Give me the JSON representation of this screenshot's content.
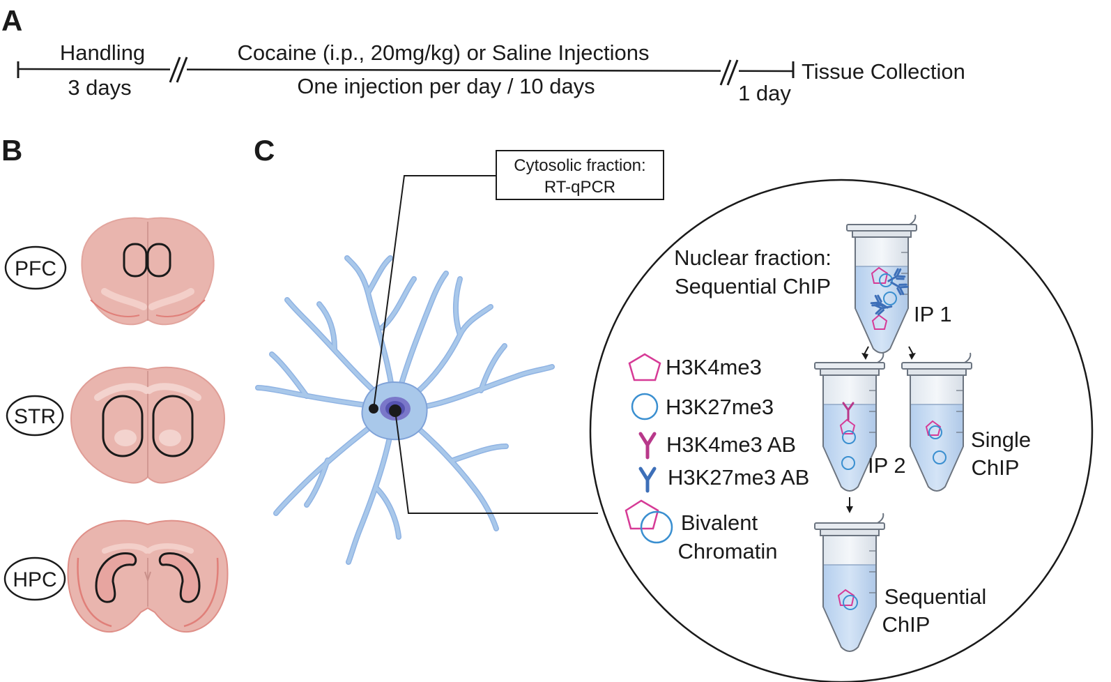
{
  "panels": {
    "a": "A",
    "b": "B",
    "c": "C"
  },
  "timeline": {
    "handling": "Handling",
    "handling_days": "3 days",
    "injections": "Cocaine (i.p., 20mg/kg) or Saline Injections",
    "injection_schedule": "One injection per day / 10 days",
    "gap": "1 day",
    "collection": "Tissue Collection"
  },
  "brain_regions": [
    "PFC",
    "STR",
    "HPC"
  ],
  "cytosolic_box": {
    "line1": "Cytosolic fraction:",
    "line2": "RT-qPCR"
  },
  "nuclear": {
    "line1": "Nuclear fraction:",
    "line2": "Sequential ChIP"
  },
  "legend": [
    {
      "label": "H3K4me3",
      "icon": "pentagon-icon"
    },
    {
      "label": "H3K27me3",
      "icon": "circle-icon"
    },
    {
      "label": "H3K4me3 AB",
      "icon": "antibody-icon"
    },
    {
      "label": "H3K27me3 AB",
      "icon": "antibody-icon"
    },
    {
      "label_line1": "Bivalent",
      "label_line2": "Chromatin",
      "icon": "bivalent-icon"
    }
  ],
  "tubes": {
    "ip1": "IP 1",
    "ip2": "IP 2",
    "single_line1": "Single",
    "single_line2": "ChIP",
    "sequential_line1": "Sequential",
    "sequential_line2": "ChIP"
  },
  "colors": {
    "pentagon": "#d63a96",
    "circle": "#3a8fd0",
    "antibody_magenta": "#b8388a",
    "antibody_blue": "#3d6fb8",
    "neuron": "#a9c8ea",
    "neuron_outline": "#5c7fc9",
    "brain": "#e9b5ae",
    "brain_outline": "#d98079",
    "tube_liquid": "#c6dbf2"
  }
}
